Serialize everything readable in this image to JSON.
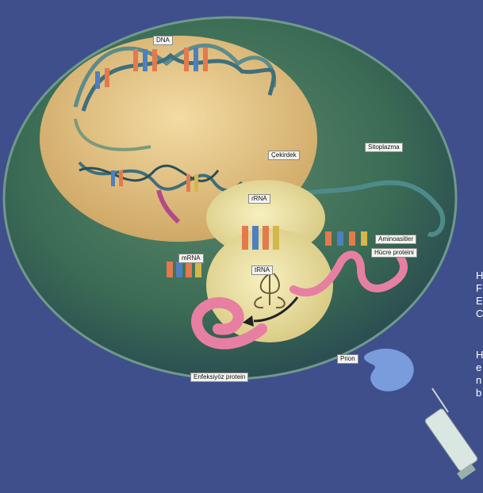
{
  "labels": {
    "dna": "DNA",
    "cekirdek": "Çekirdek",
    "sitoplazma": "Sitoplazma",
    "rrna": "rRNA",
    "mrna": "mRNA",
    "trna": "tRNA",
    "aminoasitler": "Aminoasitler",
    "hucre_proteini": "Hücre proteini",
    "enfeksiyoz_protein": "Enfeksiyöz protein",
    "prion": "Prion"
  },
  "side_text": [
    "H",
    "F",
    "E",
    "C",
    "H",
    "e",
    "n",
    "b"
  ],
  "colors": {
    "background": "#3f4f8c",
    "cell": "#3a6b54",
    "nucleus": "#e6c98a",
    "ribosome": "#efe6a6",
    "protein": "#e77fa2",
    "prion": "#7fa4e6"
  }
}
